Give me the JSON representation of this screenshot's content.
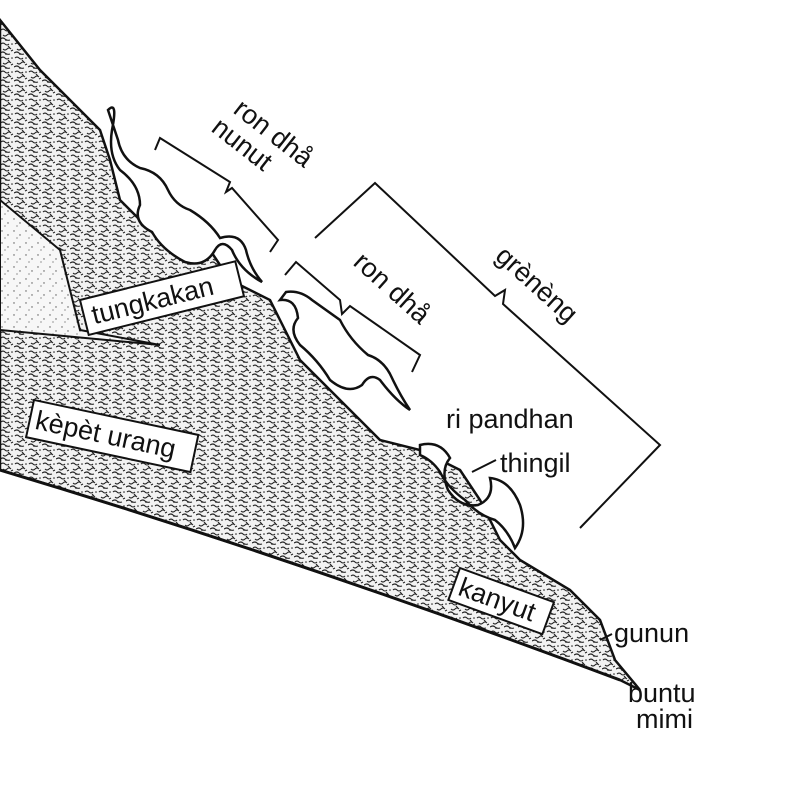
{
  "labels": {
    "ron_dha_nunut_line1": "ron dhå",
    "ron_dha_nunut_line2": "nunut",
    "ron_dha": "ron dhå",
    "greneng": "grènèng",
    "tungkakan": "tungkakan",
    "kepet_urang": "kèpèt urang",
    "ri_pandhan": "ri pandhan",
    "thingil": "thingil",
    "kanyut": "kanyut",
    "gunungan": "gunun",
    "buntut_line1": "buntu",
    "buntut_line2": "mimi"
  },
  "colors": {
    "ink": "#111111",
    "paper": "#ffffff"
  }
}
